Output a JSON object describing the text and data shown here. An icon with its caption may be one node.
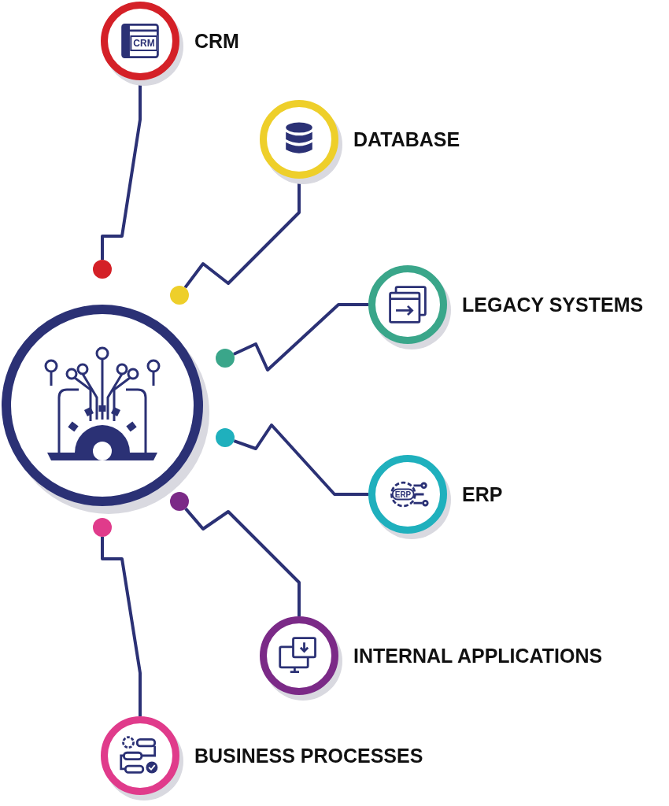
{
  "diagram": {
    "nodes": [
      {
        "text": [],
        "shape": "circle"
      },
      {
        "text": [
          "CRM"
        ]
      },
      {
        "text": [
          "DATABASE"
        ]
      },
      {
        "text": [
          "LEGACY SYSTEMS"
        ]
      },
      {
        "text": [
          "ERP"
        ]
      },
      {
        "text": [
          "INTERNAL APPLICATIONS"
        ]
      },
      {
        "text": [
          "BUSINESS PROCESSES"
        ]
      },
      {
        "text": [],
        "shape": "circle"
      },
      {
        "text": [],
        "shape": "circle"
      },
      {
        "text": [],
        "shape": "circle"
      },
      {
        "text": [],
        "shape": "circle"
      },
      {
        "text": [],
        "shape": "circle"
      },
      {
        "text": [],
        "shape": "circle"
      }
    ],
    "edges": [
      {
        "from": 1,
        "to": 7,
        "arrow": "none"
      },
      {
        "from": 2,
        "to": 8,
        "arrow": "none"
      },
      {
        "from": 3,
        "to": 9,
        "arrow": "none"
      },
      {
        "from": 4,
        "to": 10,
        "arrow": "none"
      },
      {
        "from": 5,
        "to": 11,
        "arrow": "none"
      },
      {
        "from": 6,
        "to": 12,
        "arrow": "none"
      }
    ],
    "labels": [
      "CRM",
      "ERP"
    ]
  }
}
